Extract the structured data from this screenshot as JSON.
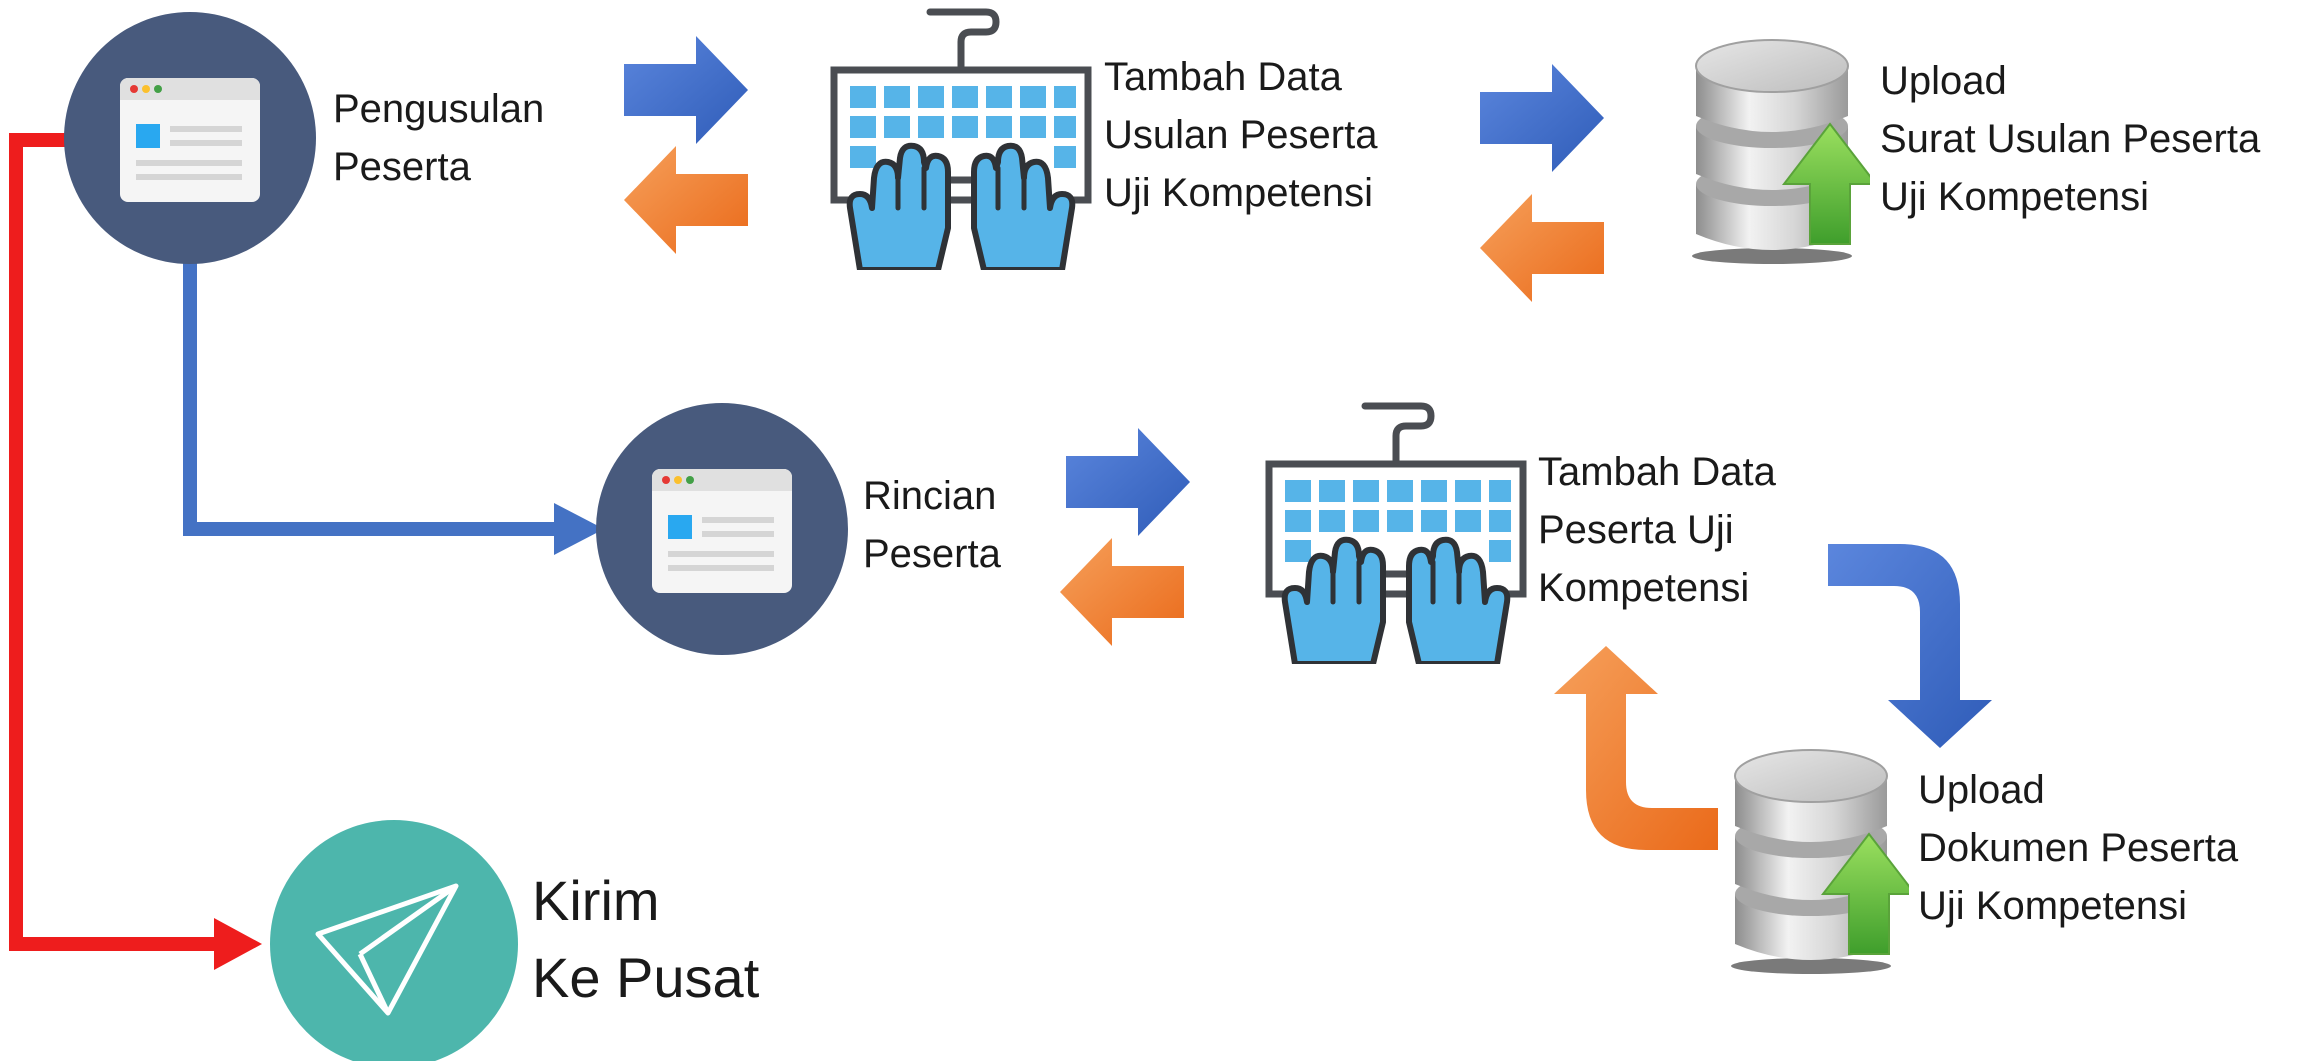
{
  "nodes": {
    "pengusulan": {
      "lines": [
        "Pengusulan",
        "Peserta"
      ]
    },
    "tambah_usulan": {
      "lines": [
        "Tambah Data",
        "Usulan Peserta",
        "Uji Kompetensi"
      ]
    },
    "upload_surat": {
      "lines": [
        "Upload",
        "Surat Usulan Peserta",
        "Uji Kompetensi"
      ]
    },
    "rincian": {
      "lines": [
        "Rincian",
        "Peserta"
      ]
    },
    "tambah_peserta": {
      "lines": [
        "Tambah Data",
        "Peserta Uji",
        "Kompetensi"
      ]
    },
    "upload_dokumen": {
      "lines": [
        "Upload",
        "Dokumen Peserta",
        "Uji Kompetensi"
      ]
    },
    "kirim": {
      "lines": [
        "Kirim",
        "Ke Pusat"
      ]
    }
  },
  "icons": {
    "page": "browser-window-icon",
    "keyboard": "keyboard-typing-icon",
    "database": "database-upload-icon",
    "send": "paper-plane-icon"
  },
  "colors": {
    "circle_dark": "#485a7d",
    "circle_teal": "#4db6ac",
    "arrow_blue": "#3f6fcf",
    "arrow_orange": "#ef7d2b",
    "connector_red": "#ee1d1d",
    "connector_blue": "#4472c4",
    "keyboard_blue": "#56b4e8",
    "keyboard_outline": "#4a4d52",
    "upload_green": "#6cc04a"
  }
}
